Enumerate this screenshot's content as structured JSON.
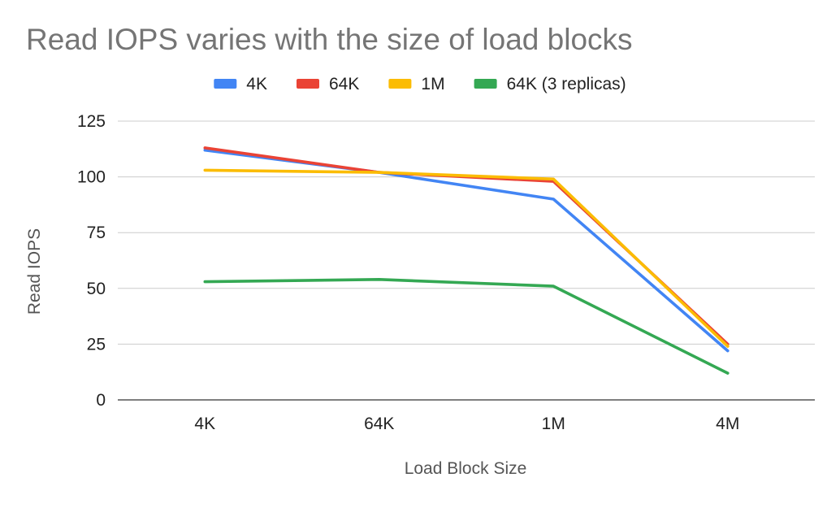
{
  "chart_data": {
    "type": "line",
    "title": "Read IOPS varies with the size of load blocks",
    "xlabel": "Load Block Size",
    "ylabel": "Read IOPS",
    "categories": [
      "4K",
      "64K",
      "1M",
      "4M"
    ],
    "ylim": [
      0,
      125
    ],
    "yticks": [
      0,
      25,
      50,
      75,
      100,
      125
    ],
    "grid": true,
    "legend_position": "top",
    "series": [
      {
        "name": "4K",
        "color": "#4285F4",
        "values": [
          112,
          102,
          90,
          22
        ]
      },
      {
        "name": "64K",
        "color": "#EA4335",
        "values": [
          113,
          102,
          98,
          25
        ]
      },
      {
        "name": "1M",
        "color": "#FBBC04",
        "values": [
          103,
          102,
          99,
          24
        ]
      },
      {
        "name": "64K (3 replicas)",
        "color": "#34A853",
        "values": [
          53,
          54,
          51,
          12
        ]
      }
    ]
  }
}
